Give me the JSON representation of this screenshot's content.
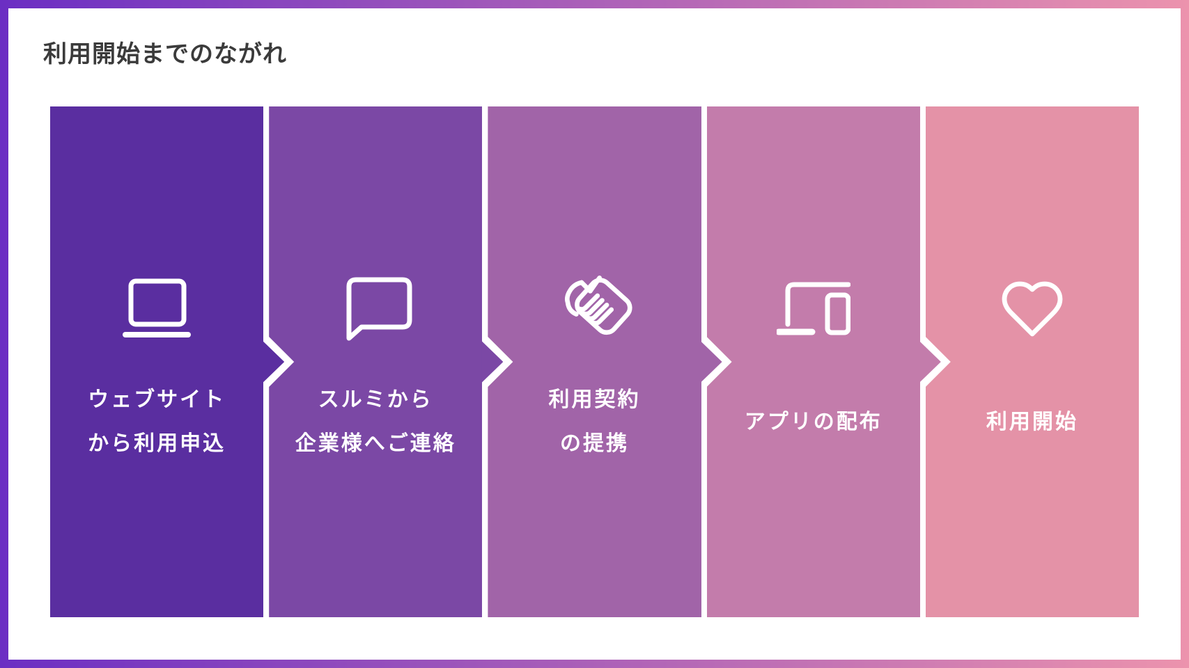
{
  "title": "利用開始までのながれ",
  "colors": {
    "frame_gradient_start": "#6b2ec3",
    "frame_gradient_end": "#ec93ad",
    "content_background": "#ffffff",
    "title_text": "#3b3b3b",
    "step_text": "#ffffff"
  },
  "steps": [
    {
      "icon": "laptop-icon",
      "color": "#5a2ea0",
      "lines": [
        "ウェブサイト",
        "から利用申込"
      ]
    },
    {
      "icon": "speech-bubble-icon",
      "color": "#7b48a5",
      "lines": [
        "スルミから",
        "企業様へご連絡"
      ]
    },
    {
      "icon": "handshake-icon",
      "color": "#a164a8",
      "lines": [
        "利用契約",
        "の提携"
      ]
    },
    {
      "icon": "devices-icon",
      "color": "#c37cab",
      "lines": [
        "アプリの配布"
      ]
    },
    {
      "icon": "heart-icon",
      "color": "#e492a7",
      "lines": [
        "利用開始"
      ]
    }
  ]
}
